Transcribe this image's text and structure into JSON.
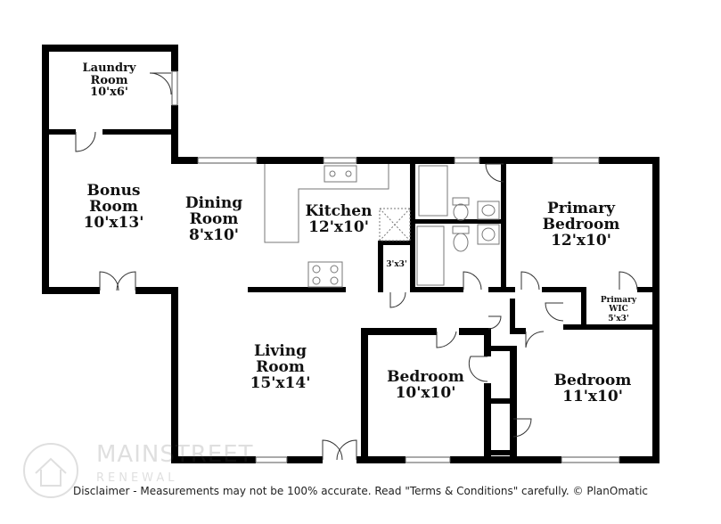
{
  "rooms": {
    "laundry": {
      "name_1": "Laundry",
      "name_2": "Room",
      "size": "10'x6'"
    },
    "bonus": {
      "name_1": "Bonus",
      "name_2": "Room",
      "size": "10'x13'"
    },
    "dining": {
      "name_1": "Dining",
      "name_2": "Room",
      "size": "8'x10'"
    },
    "kitchen": {
      "name_1": "Kitchen",
      "size": "12'x10'"
    },
    "closet": {
      "size": "3'x3'"
    },
    "primary_bedroom": {
      "name_1": "Primary",
      "name_2": "Bedroom",
      "size": "12'x10'"
    },
    "primary_wic": {
      "name_1": "Primary",
      "name_2": "WIC",
      "size": "5'x3'"
    },
    "living": {
      "name_1": "Living",
      "name_2": "Room",
      "size": "15'x14'"
    },
    "bedroom_1": {
      "name_1": "Bedroom",
      "size": "10'x10'"
    },
    "bedroom_2": {
      "name_1": "Bedroom",
      "size": "11'x10'"
    }
  },
  "watermark": {
    "name": "MAINSTREET",
    "sub": "RENEWAL"
  },
  "disclaimer": "Disclaimer - Measurements may not be 100% accurate. Read \"Terms & Conditions\" carefully. © PlanOmatic",
  "colors": {
    "wall": "#000000",
    "fixture": "#7a7a7a",
    "background": "#ffffff"
  }
}
